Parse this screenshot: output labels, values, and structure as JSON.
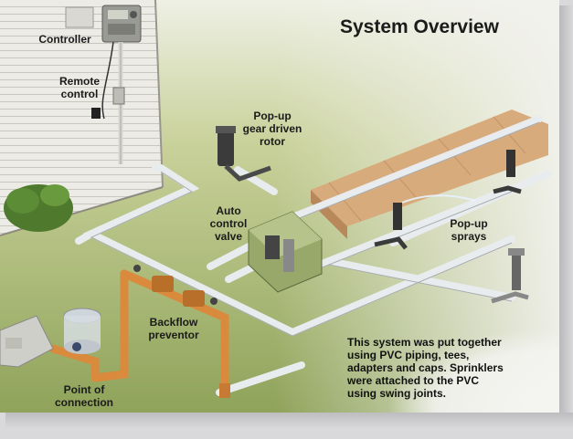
{
  "title": "System Overview",
  "labels": {
    "controller": "Controller",
    "remote_control": "Remote\ncontrol",
    "rotor": "Pop-up\ngear driven\nrotor",
    "auto_valve": "Auto\ncontrol\nvalve",
    "popup_sprays": "Pop-up\nsprays",
    "backflow": "Backflow\npreventor",
    "point_connection": "Point of\nconnection"
  },
  "note": "This system was put together\nusing PVC piping, tees,\nadapters and caps.  Sprinklers\nwere attached to the PVC\nusing swing joints.",
  "colors": {
    "lawn": "#8fa35a",
    "pvc": "#e9ecef",
    "copper": "#d98a3c",
    "house": "#e6e3dc",
    "path": "#d7ab7c"
  }
}
